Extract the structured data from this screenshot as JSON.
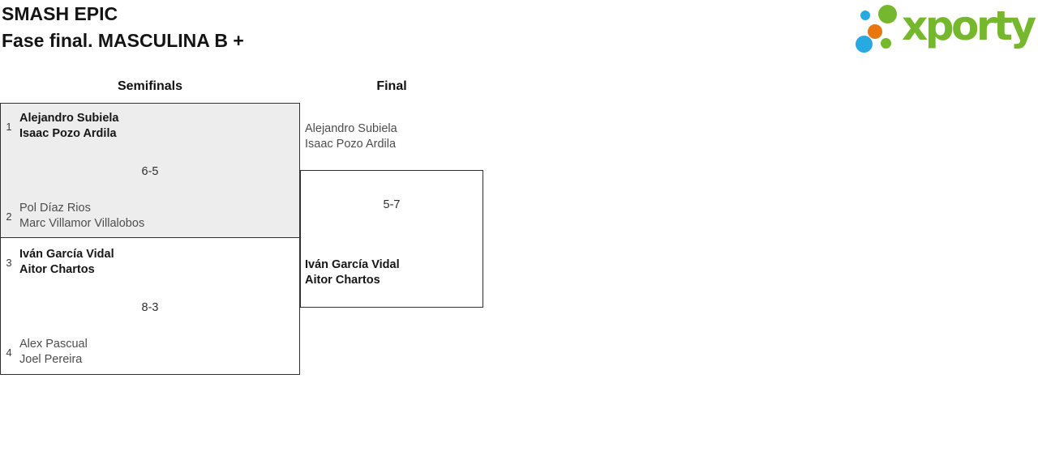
{
  "header": {
    "title": "SMASH EPIC",
    "subtitle": "Fase final. MASCULINA B +"
  },
  "logo": {
    "brand": "xporty",
    "colors": {
      "green": "#76b82d",
      "blue": "#29a9e1",
      "orange": "#e8780e"
    }
  },
  "bracket": {
    "round_labels": {
      "semifinals": "Semifinals",
      "final": "Final"
    },
    "semifinal1": {
      "team1": {
        "seed": "1",
        "player1": "Alejandro Subiela",
        "player2": "Isaac Pozo Ardila"
      },
      "score": "6-5",
      "team2": {
        "seed": "2",
        "player1": "Pol Díaz Rios",
        "player2": "Marc Villamor Villalobos"
      }
    },
    "semifinal2": {
      "team1": {
        "seed": "3",
        "player1": "Iván García Vidal",
        "player2": "Aitor Chartos"
      },
      "score": "8-3",
      "team2": {
        "seed": "4",
        "player1": "Alex Pascual",
        "player2": "Joel Pereira"
      }
    },
    "final": {
      "team1": {
        "player1": "Alejandro Subiela",
        "player2": "Isaac Pozo Ardila"
      },
      "score": "5-7",
      "team2": {
        "player1": "Iván García Vidal",
        "player2": "Aitor Chartos"
      }
    }
  }
}
